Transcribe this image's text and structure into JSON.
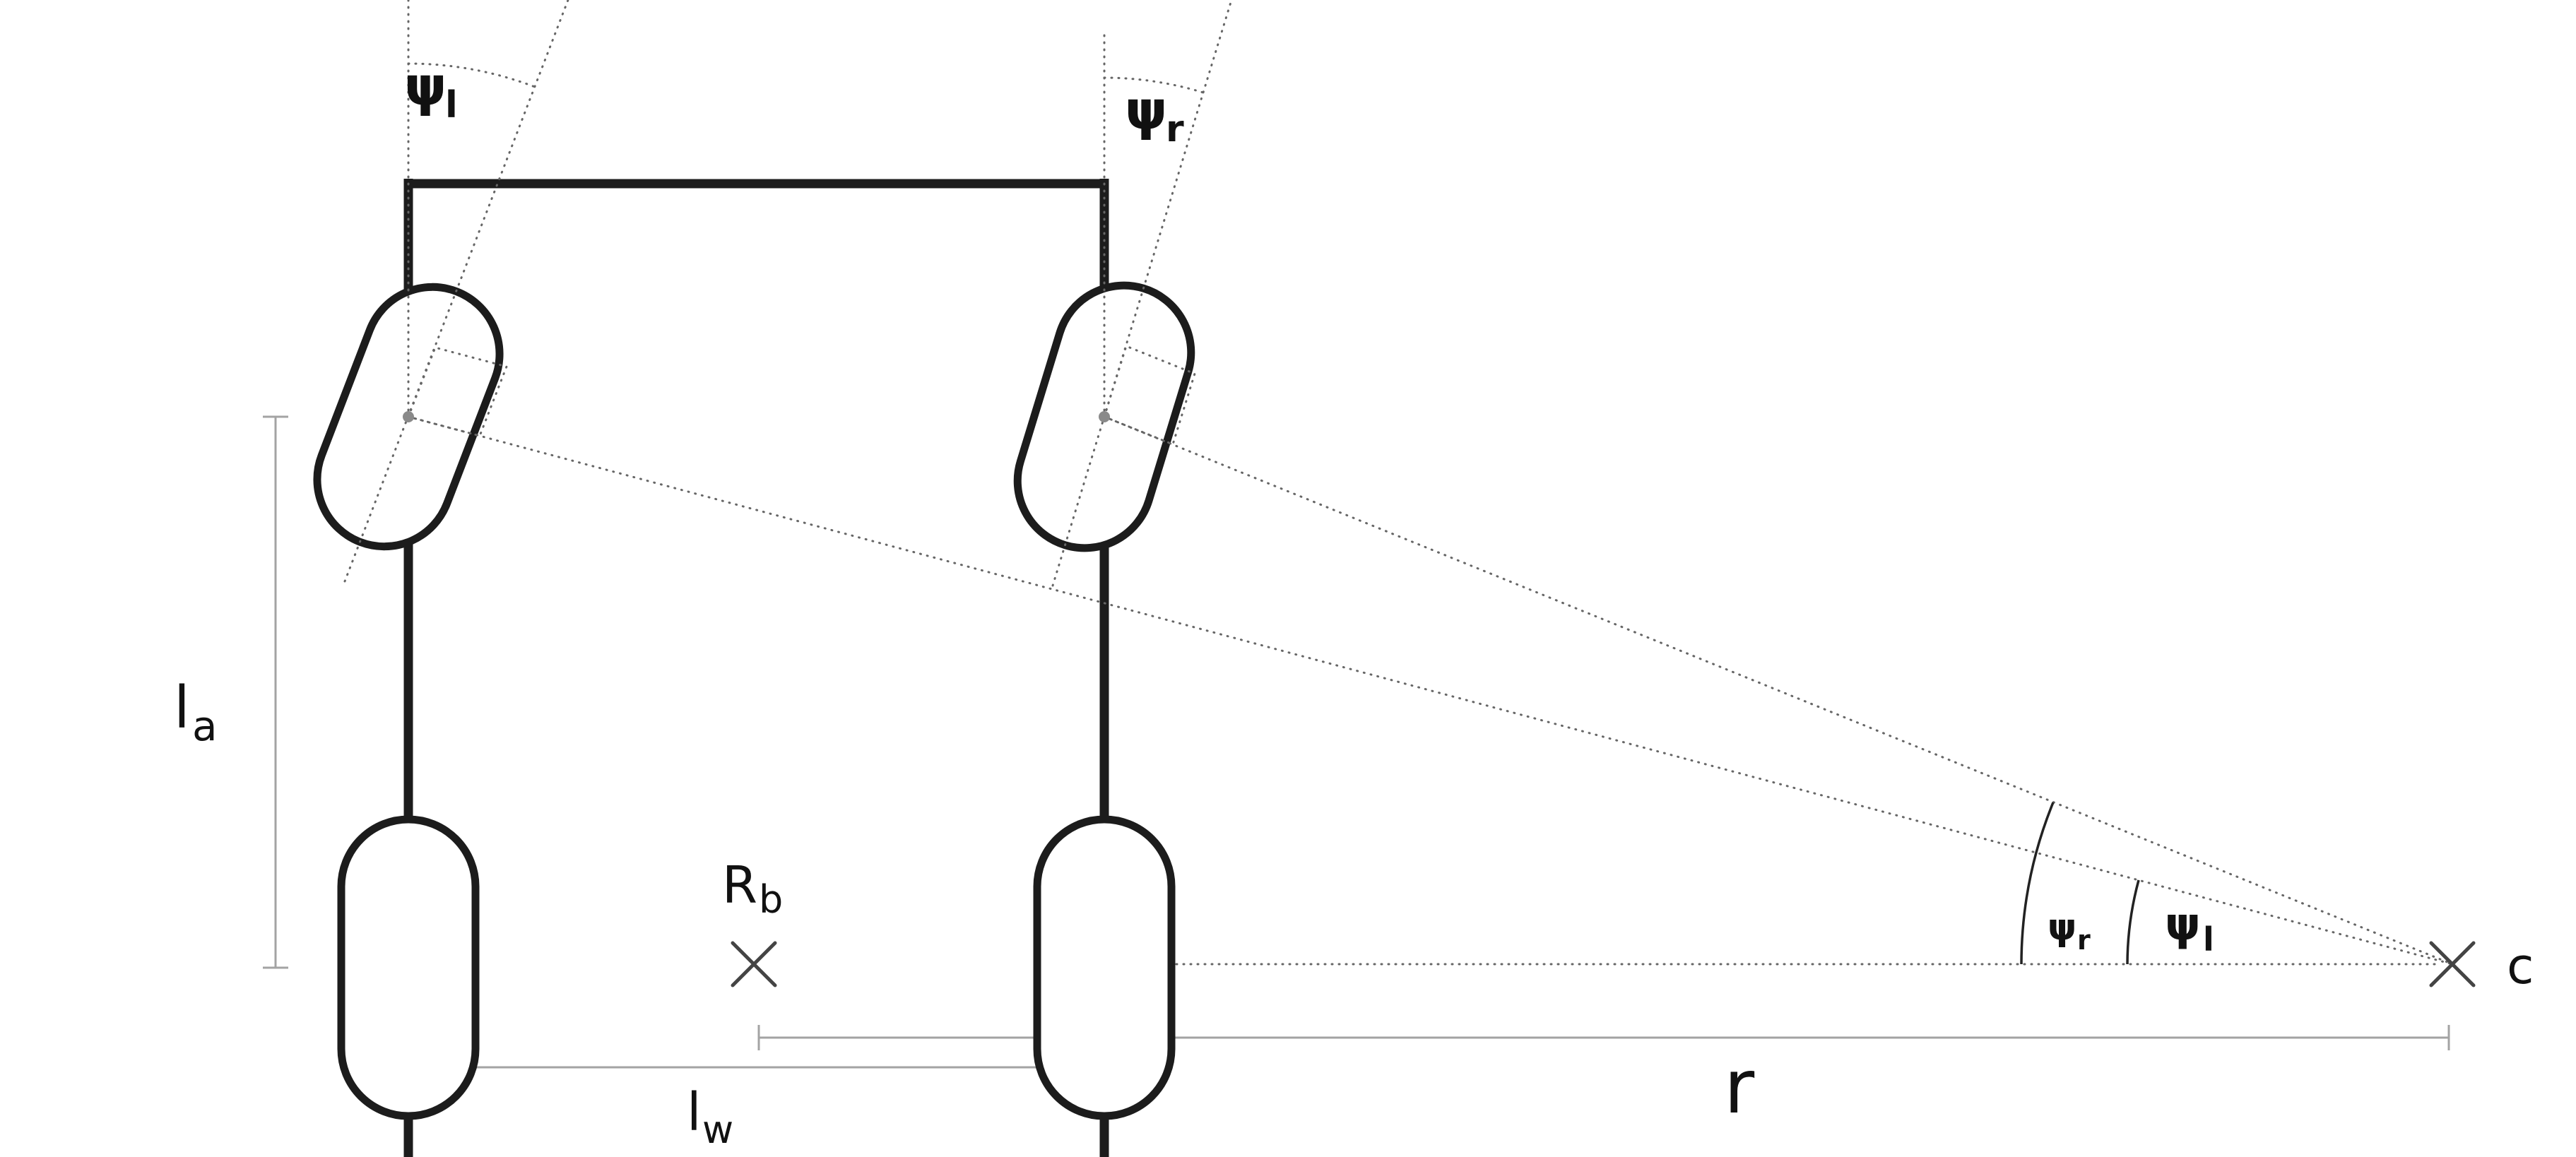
{
  "figure": {
    "description": "Top-view diagram of a four-wheeled vehicle with steered front wheels (Ackermann steering geometry): front wheel steering angles, axle distance, rear-axle base point, track width and turning radius lines converging at the instantaneous center of rotation c."
  },
  "colors": {
    "ink": "#1c1c1c",
    "construction": "#666666",
    "dimension": "#a3a3a3",
    "marker": "#444444",
    "text": "#111111"
  },
  "labels": {
    "front_left_steer_angle": {
      "symbol": "ψ",
      "sub": "l"
    },
    "front_right_steer_angle": {
      "symbol": "ψ",
      "sub": "r"
    },
    "axle_distance": {
      "symbol": "l",
      "sub": "a"
    },
    "rear_axle_midpoint": {
      "symbol": "R",
      "sub": "b"
    },
    "track_width": {
      "symbol": "l",
      "sub": "w"
    },
    "turning_radius": {
      "symbol": "r"
    },
    "rotation_center": {
      "symbol": "c"
    },
    "center_angle_right": {
      "symbol": "ψ",
      "sub": "r"
    },
    "center_angle_left": {
      "symbol": "ψ",
      "sub": "l"
    }
  }
}
